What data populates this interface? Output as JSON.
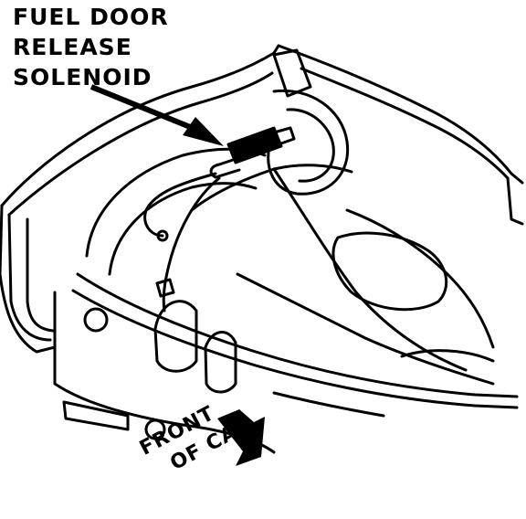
{
  "callout": {
    "line1": "FUEL DOOR",
    "line2": "RELEASE",
    "line3": "SOLENOID"
  },
  "front_indicator": {
    "line1": "FRONT",
    "line2": "OF CAR"
  },
  "colors": {
    "ink": "#000000",
    "paper": "#ffffff"
  }
}
